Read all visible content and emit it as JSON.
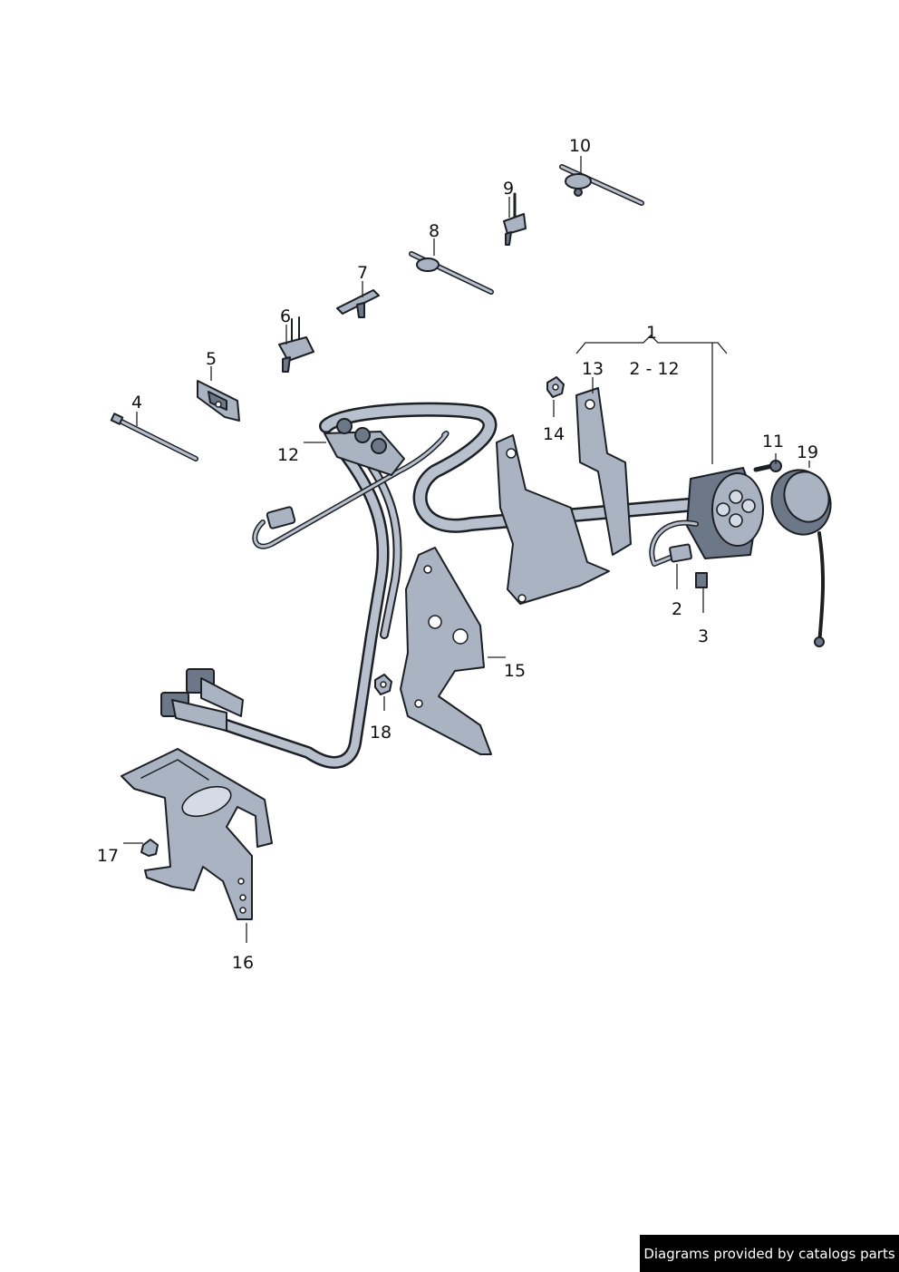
{
  "callouts": {
    "c1": "1",
    "c1_range": "2 - 12",
    "c2": "2",
    "c3": "3",
    "c4": "4",
    "c5": "5",
    "c6": "6",
    "c7": "7",
    "c8": "8",
    "c9": "9",
    "c10": "10",
    "c11": "11",
    "c12": "12",
    "c13": "13",
    "c14": "14",
    "c15": "15",
    "c16": "16",
    "c17": "17",
    "c18": "18",
    "c19": "19"
  },
  "footer": {
    "text": "Diagrams provided by catalogs parts"
  },
  "colors": {
    "part_fill": "#a9b3c1",
    "part_dark": "#6c7787",
    "outline": "#1c1f24",
    "footer_bg": "#000000",
    "footer_text": "#ffffff"
  }
}
